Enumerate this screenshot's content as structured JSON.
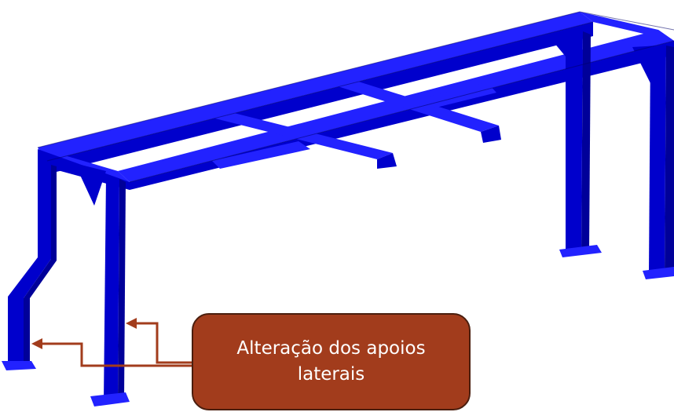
{
  "callout": {
    "line1": "Alteração dos apoios",
    "line2": "laterais",
    "bg_color": "#A23C1C"
  },
  "colors": {
    "frame_top": "#2222FF",
    "frame_side": "#0000CC",
    "frame_dark": "#000099",
    "frame_edge": "#00006A",
    "arrow": "#A23C1C"
  },
  "icons": [
    "arrow-pointer-left-leg",
    "arrow-pointer-right-leg"
  ]
}
